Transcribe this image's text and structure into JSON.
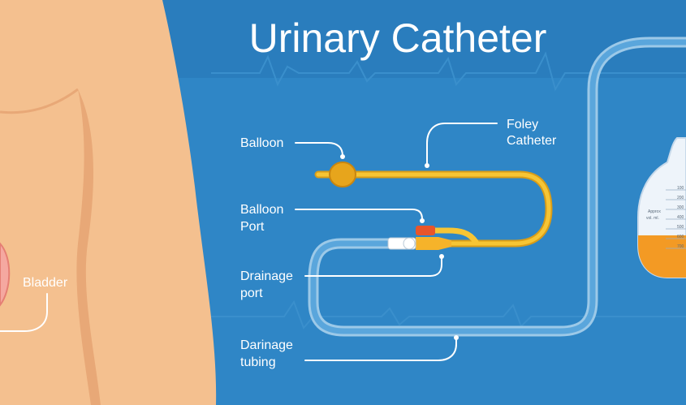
{
  "title": "Urinary Catheter",
  "labels": {
    "bladder": "Bladder",
    "balloon": "Balloon",
    "foley_line1": "Foley",
    "foley_line2": "Catheter",
    "balloon_port_line1": "Balloon",
    "balloon_port_line2": "Port",
    "drainage_port_line1": "Drainage",
    "drainage_port_line2": "port",
    "tubing_line1": "Darinage",
    "tubing_line2": "tubing"
  },
  "bag": {
    "caption_line1": "Approx",
    "caption_line2": "vol. ml.",
    "scale_ticks": [
      "100",
      "200",
      "300",
      "400",
      "500",
      "600",
      "700"
    ],
    "fill_fraction": 0.3
  },
  "colors": {
    "background": "#2f86c6",
    "header_band": "#2a7dbd",
    "skin": "#f4c08f",
    "skin_shadow": "#e8a877",
    "catheter_yellow": "#f4bf2a",
    "balloon_yellow": "#e7a51c",
    "port_red": "#e8552a",
    "tubing": "#8fc2e6",
    "urine": "#f39a24",
    "bag": "#eef4fa"
  }
}
